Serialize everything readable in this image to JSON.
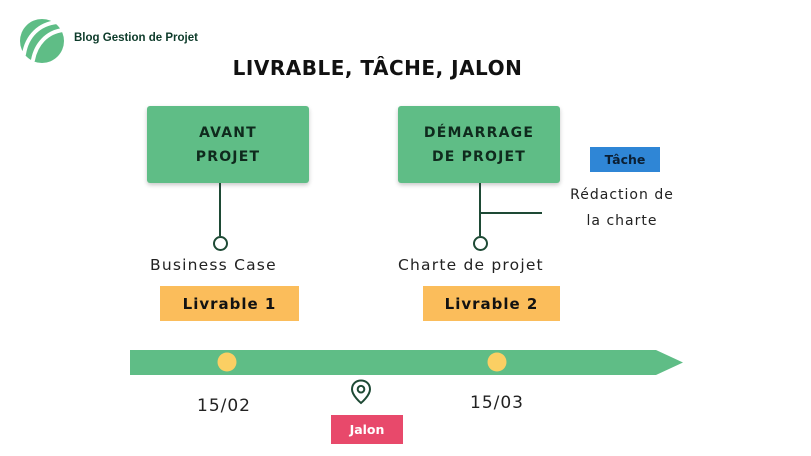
{
  "brand": {
    "name": "Blog Gestion de Projet",
    "logo_icon": "leaf-logo-icon",
    "logo_color": "#5fbd86"
  },
  "title": "LIVRABLE, TÂCHE, JALON",
  "phases": [
    {
      "line1": "AVANT",
      "line2": "PROJET"
    },
    {
      "line1": "DÉMARRAGE",
      "line2": "DE PROJET"
    }
  ],
  "task": {
    "tag": "Tâche",
    "desc_line1": "Rédaction de",
    "desc_line2": "la charte",
    "color": "#2f86d6"
  },
  "deliverables": [
    {
      "name": "Business Case",
      "tag": "Livrable 1"
    },
    {
      "name": "Charte de projet",
      "tag": "Livrable 2"
    }
  ],
  "timeline": {
    "dates": [
      "15/02",
      "15/03"
    ],
    "color": "#5fbd86",
    "dot_color": "#fbcf63"
  },
  "milestone": {
    "tag": "Jalon",
    "icon": "map-pin-icon",
    "color": "#e8496b"
  },
  "colors": {
    "phase_box": "#5fbd86",
    "deliverable_tag": "#fbbd5b",
    "connector": "#1e4a35"
  }
}
